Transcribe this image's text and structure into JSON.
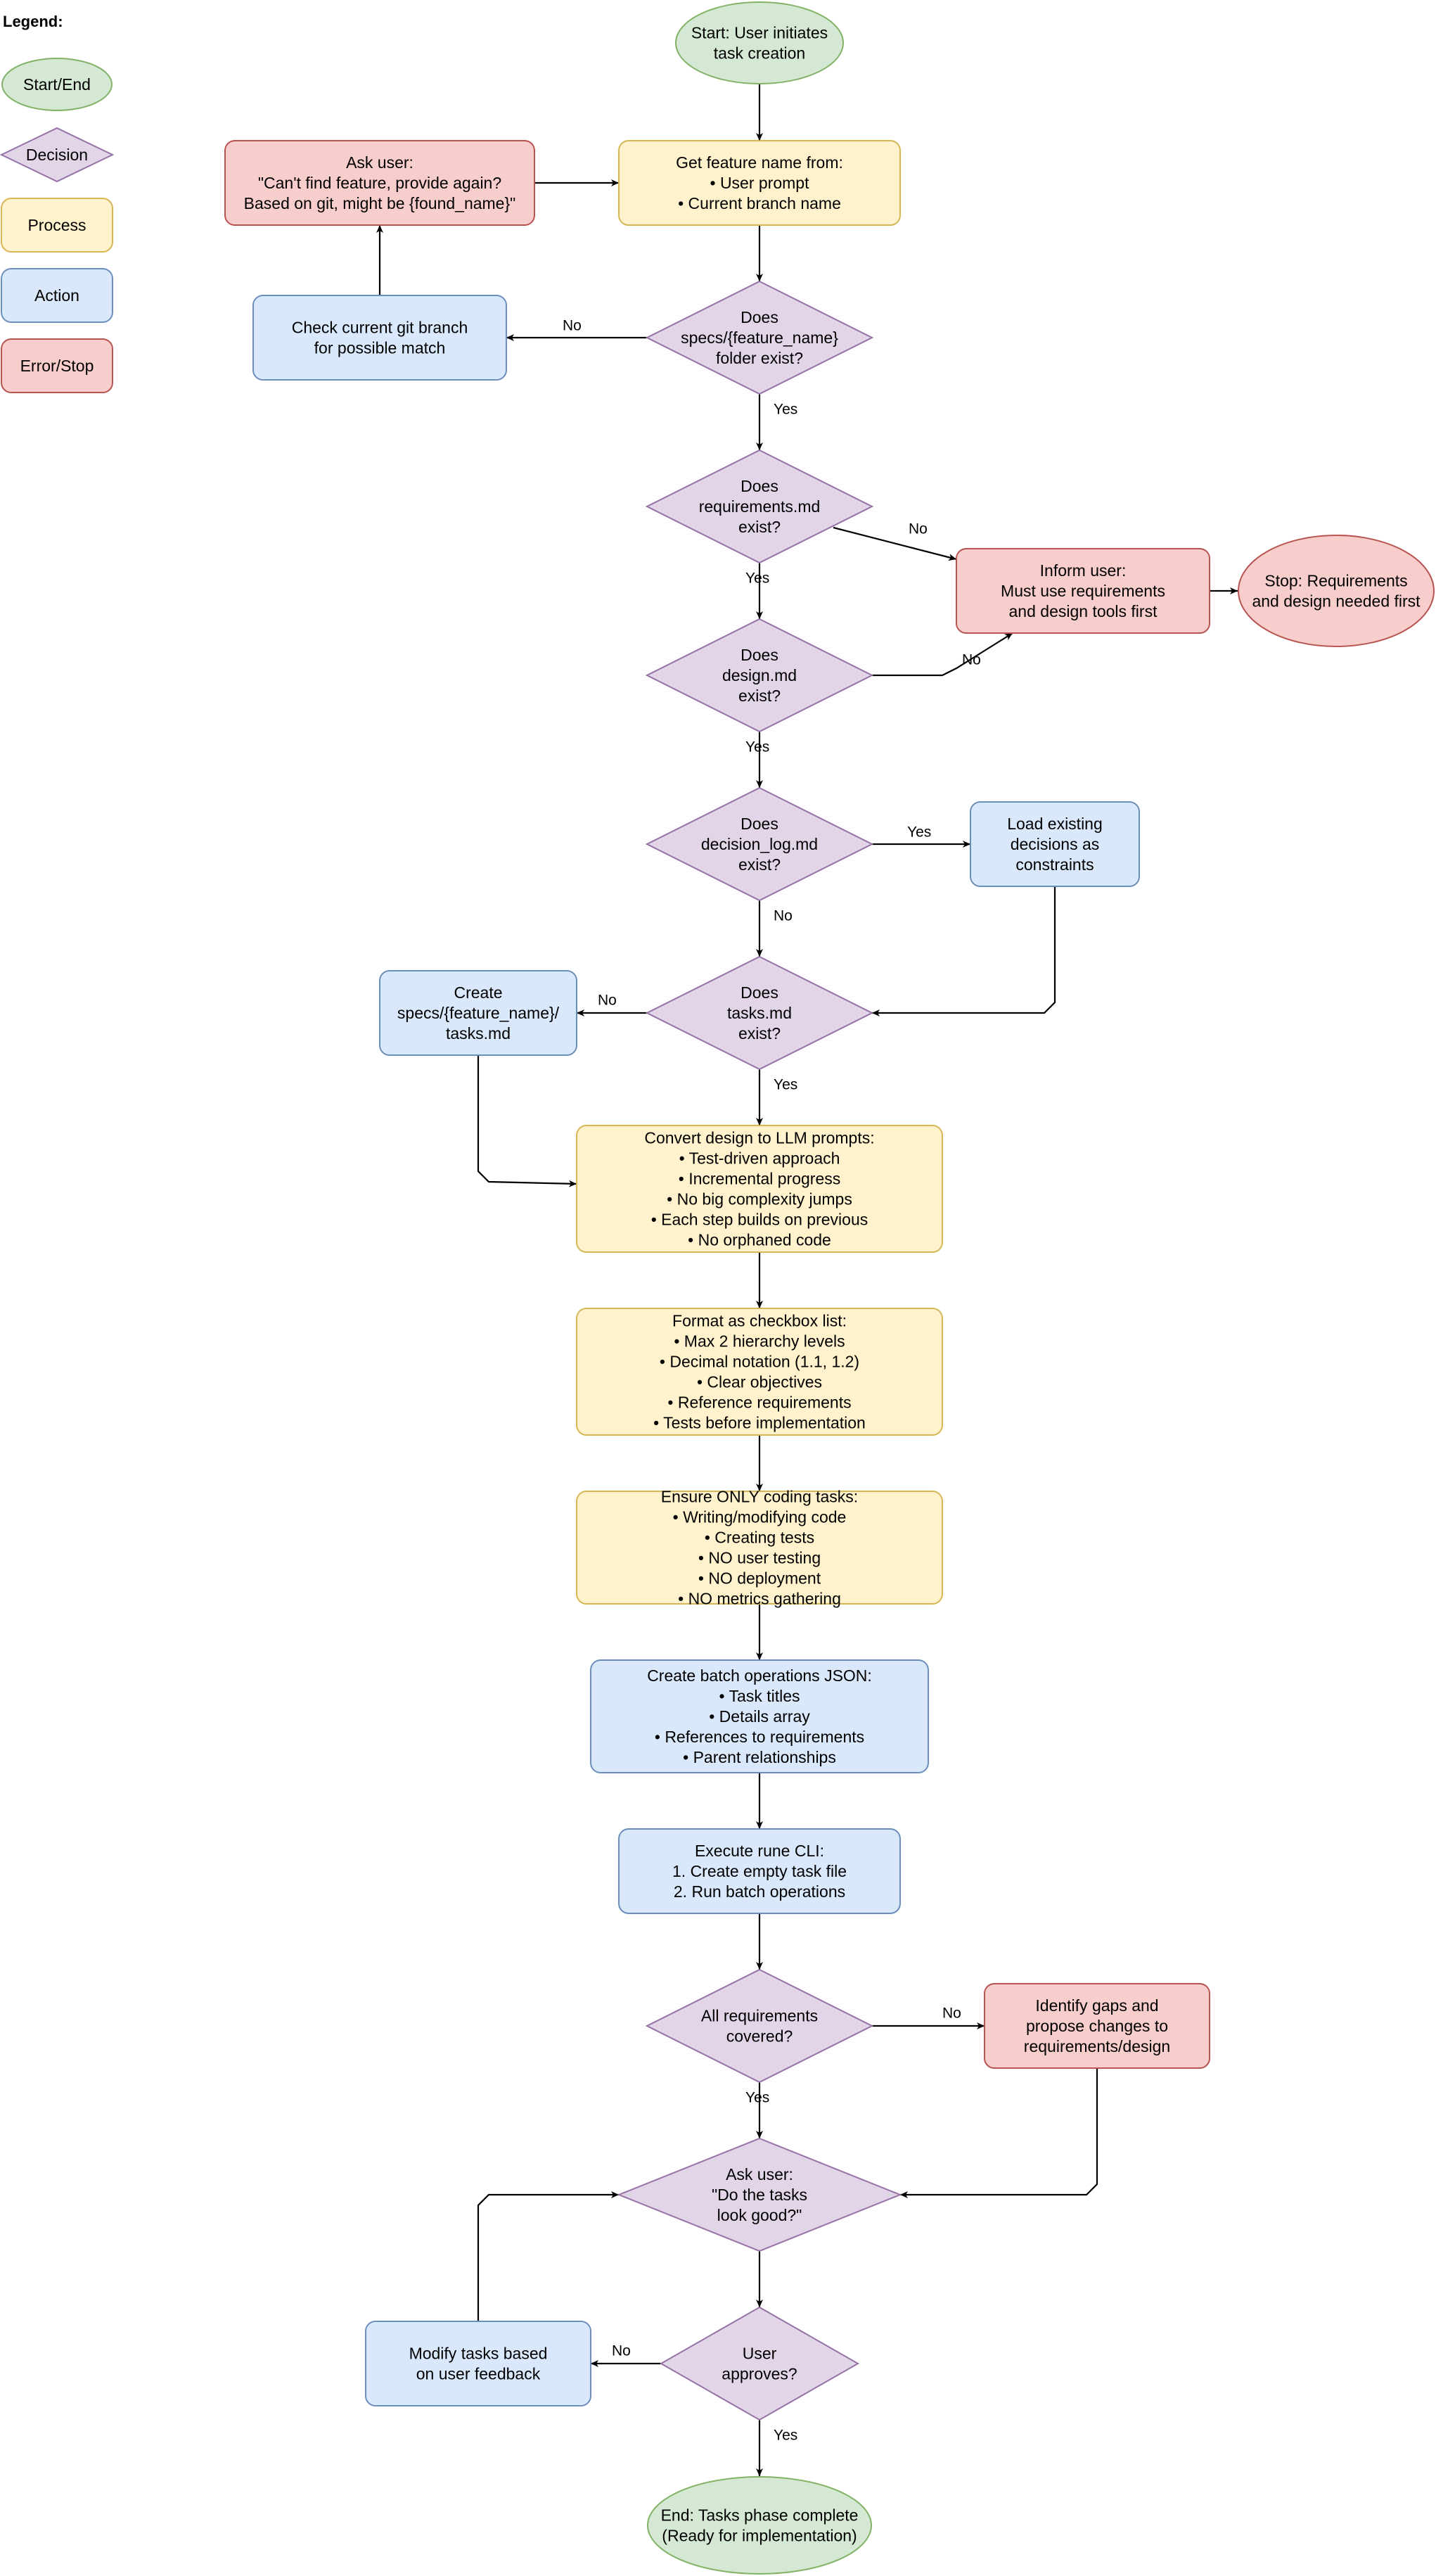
{
  "legend": {
    "title": "Legend:",
    "items": [
      {
        "label": "Start/End",
        "shape": "ellipse",
        "fill": "#d5e8d4",
        "stroke": "#82b366"
      },
      {
        "label": "Decision",
        "shape": "diamond",
        "fill": "#e1d5e7",
        "stroke": "#9673a6"
      },
      {
        "label": "Process",
        "shape": "rect",
        "fill": "#fff2cc",
        "stroke": "#d6b656"
      },
      {
        "label": "Action",
        "shape": "rect",
        "fill": "#dae8fc",
        "stroke": "#6c8ebf"
      },
      {
        "label": "Error/Stop",
        "shape": "rect",
        "fill": "#f8cecc",
        "stroke": "#b85450"
      }
    ]
  },
  "nodes": [
    {
      "id": "start",
      "kind": "startend",
      "lines": [
        "Start: User initiates",
        "task creation"
      ]
    },
    {
      "id": "get-feature",
      "kind": "process",
      "lines": [
        "Get feature name from:",
        "• User prompt",
        "• Current branch name"
      ]
    },
    {
      "id": "ask-user-feature",
      "kind": "error",
      "lines": [
        "Ask user:",
        "\"Can't find feature, provide again?",
        "Based on git, might be {found_name}\""
      ]
    },
    {
      "id": "check-git-branch",
      "kind": "action",
      "lines": [
        "Check current git branch",
        "for possible match"
      ]
    },
    {
      "id": "specs-folder-exists",
      "kind": "decision",
      "lines": [
        "Does",
        "specs/{feature_name}",
        "folder exist?"
      ]
    },
    {
      "id": "requirements-exists",
      "kind": "decision",
      "lines": [
        "Does",
        "requirements.md",
        "exist?"
      ]
    },
    {
      "id": "inform-user",
      "kind": "error",
      "lines": [
        "Inform user:",
        "Must use requirements",
        "and design tools first"
      ]
    },
    {
      "id": "stop-requirements",
      "kind": "stop",
      "lines": [
        "Stop: Requirements",
        "and design needed first"
      ]
    },
    {
      "id": "design-exists",
      "kind": "decision",
      "lines": [
        "Does",
        "design.md",
        "exist?"
      ]
    },
    {
      "id": "decision-log-exists",
      "kind": "decision",
      "lines": [
        "Does",
        "decision_log.md",
        "exist?"
      ]
    },
    {
      "id": "load-decisions",
      "kind": "action",
      "lines": [
        "Load existing",
        "decisions as",
        "constraints"
      ]
    },
    {
      "id": "tasks-exists",
      "kind": "decision",
      "lines": [
        "Does",
        "tasks.md",
        "exist?"
      ]
    },
    {
      "id": "create-tasks-file",
      "kind": "action",
      "lines": [
        "Create",
        "specs/{feature_name}/",
        "tasks.md"
      ]
    },
    {
      "id": "convert-design",
      "kind": "process",
      "lines": [
        "Convert design to LLM prompts:",
        "• Test-driven approach",
        "• Incremental progress",
        "• No big complexity jumps",
        "• Each step builds on previous",
        "• No orphaned code"
      ]
    },
    {
      "id": "format-checkbox",
      "kind": "process",
      "lines": [
        "Format as checkbox list:",
        "• Max 2 hierarchy levels",
        "• Decimal notation (1.1, 1.2)",
        "• Clear objectives",
        "• Reference requirements",
        "• Tests before implementation"
      ]
    },
    {
      "id": "ensure-coding",
      "kind": "process",
      "lines": [
        "Ensure ONLY coding tasks:",
        "• Writing/modifying code",
        "• Creating tests",
        "• NO user testing",
        "• NO deployment",
        "• NO metrics gathering"
      ]
    },
    {
      "id": "create-batch-json",
      "kind": "action",
      "lines": [
        "Create batch operations JSON:",
        "• Task titles",
        "• Details array",
        "• References to requirements",
        "• Parent relationships"
      ]
    },
    {
      "id": "execute-rune",
      "kind": "action",
      "lines": [
        "Execute rune CLI:",
        "1. Create empty task file",
        "2. Run batch operations"
      ]
    },
    {
      "id": "all-requirements-covered",
      "kind": "decision",
      "lines": [
        "All requirements",
        "covered?"
      ]
    },
    {
      "id": "identify-gaps",
      "kind": "error",
      "lines": [
        "Identify gaps and",
        "propose changes to",
        "requirements/design"
      ]
    },
    {
      "id": "ask-tasks-good",
      "kind": "decision",
      "lines": [
        "Ask user:",
        "\"Do the tasks",
        "look good?\""
      ]
    },
    {
      "id": "user-approves",
      "kind": "decision",
      "lines": [
        "User",
        "approves?"
      ]
    },
    {
      "id": "modify-tasks",
      "kind": "action",
      "lines": [
        "Modify tasks based",
        "on user feedback"
      ]
    },
    {
      "id": "end",
      "kind": "startend",
      "lines": [
        "End: Tasks phase complete",
        "(Ready for implementation)"
      ]
    }
  ],
  "edges": [
    {
      "id": "start-to-get-feature",
      "label": ""
    },
    {
      "id": "get-feature-to-specs-folder",
      "label": ""
    },
    {
      "id": "specs-folder-no",
      "label": "No"
    },
    {
      "id": "check-git-to-ask-user",
      "label": ""
    },
    {
      "id": "ask-user-to-get-feature",
      "label": ""
    },
    {
      "id": "specs-folder-yes",
      "label": "Yes"
    },
    {
      "id": "requirements-no",
      "label": "No"
    },
    {
      "id": "inform-to-stop",
      "label": ""
    },
    {
      "id": "requirements-yes",
      "label": "Yes"
    },
    {
      "id": "design-no",
      "label": "No"
    },
    {
      "id": "design-yes",
      "label": "Yes"
    },
    {
      "id": "decision-log-yes",
      "label": "Yes"
    },
    {
      "id": "load-decisions-to-tasks",
      "label": ""
    },
    {
      "id": "decision-log-no",
      "label": "No"
    },
    {
      "id": "tasks-no",
      "label": "No"
    },
    {
      "id": "create-tasks-to-convert",
      "label": ""
    },
    {
      "id": "tasks-yes",
      "label": "Yes"
    },
    {
      "id": "convert-to-format",
      "label": ""
    },
    {
      "id": "format-to-ensure",
      "label": ""
    },
    {
      "id": "ensure-to-batch",
      "label": ""
    },
    {
      "id": "batch-to-execute",
      "label": ""
    },
    {
      "id": "execute-to-covered",
      "label": ""
    },
    {
      "id": "covered-no",
      "label": "No"
    },
    {
      "id": "gaps-to-ask-tasks",
      "label": ""
    },
    {
      "id": "covered-yes",
      "label": "Yes"
    },
    {
      "id": "ask-tasks-to-approves",
      "label": ""
    },
    {
      "id": "approves-no",
      "label": "No"
    },
    {
      "id": "modify-to-ask-tasks",
      "label": ""
    },
    {
      "id": "approves-yes",
      "label": "Yes"
    }
  ]
}
